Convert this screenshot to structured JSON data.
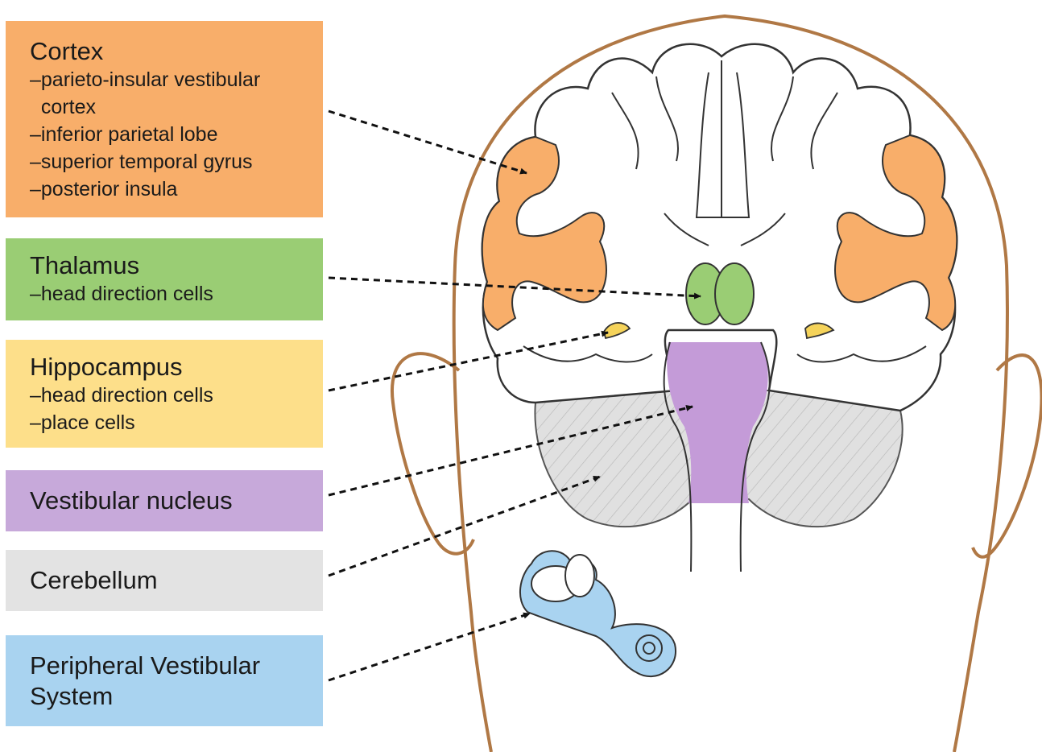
{
  "labels": [
    {
      "id": "cortex",
      "title": "Cortex",
      "lines": [
        "–parieto-insular vestibular",
        "  cortex",
        "–inferior parietal lobe",
        "–superior temporal gyrus",
        "–posterior insula"
      ],
      "color": "#F8AE6A"
    },
    {
      "id": "thalamus",
      "title": "Thalamus",
      "lines": [
        "–head direction cells"
      ],
      "color": "#9ACD74"
    },
    {
      "id": "hippocampus",
      "title": "Hippocampus",
      "lines": [
        "–head direction cells",
        "–place cells"
      ],
      "color": "#FDDF8A"
    },
    {
      "id": "vestibular",
      "title": "Vestibular nucleus",
      "lines": [],
      "color": "#C7A9DA"
    },
    {
      "id": "cerebellum",
      "title": "Cerebellum",
      "lines": [],
      "color": "#E3E3E3"
    },
    {
      "id": "peripheral",
      "title": "Peripheral Vestibular\nSystem",
      "lines": [],
      "color": "#A9D3F0"
    }
  ],
  "colors": {
    "head_outline": "#B07845",
    "brain_outline": "#333333",
    "cortex_fill": "#F8AE6A",
    "thalamus_fill": "#9ACD74",
    "hippocampus_fill": "#F5D35A",
    "vestibular_fill": "#C49BD8",
    "cerebellum_fill": "#E0E0E0",
    "inner_ear_fill": "#A9D3F0",
    "arrow": "#111111"
  }
}
